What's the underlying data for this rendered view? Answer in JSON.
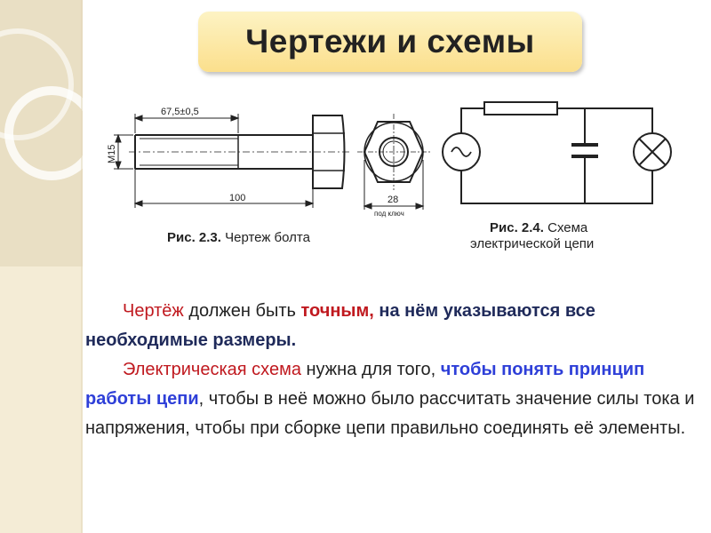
{
  "title": "Чертежи и схемы",
  "bolt_drawing": {
    "dim_thread_length": "67,5±0,5",
    "dim_thread": "M15",
    "dim_total_length": "100",
    "dim_across_flats": "28",
    "dim_note": "под ключ",
    "caption_number": "Рис. 2.3.",
    "caption_text": "Чертеж болта"
  },
  "circuit_drawing": {
    "caption_number": "Рис. 2.4.",
    "caption_text_1": "Схема",
    "caption_text_2": "электрической цепи"
  },
  "paragraph_1": {
    "part_1": "Чертёж",
    "part_2": " должен быть ",
    "part_3": "точным,",
    "part_4": " на нём указываются все необходимые размеры."
  },
  "paragraph_2": {
    "part_1": "Электрическая схема",
    "part_2": " нужна для того, ",
    "part_3": "чтобы понять принцип работы цепи",
    "part_4": ", чтобы в неё можно было рассчитать значение силы тока и напряжения, чтобы при сборке цепи правильно соединять её элементы."
  },
  "colors": {
    "accent_red": "#c0191f",
    "accent_blue": "#2e3fd8",
    "accent_navy": "#1f2a5a",
    "title_bg": "#fbdf8c",
    "strip_bg": "#f4ecd6"
  }
}
